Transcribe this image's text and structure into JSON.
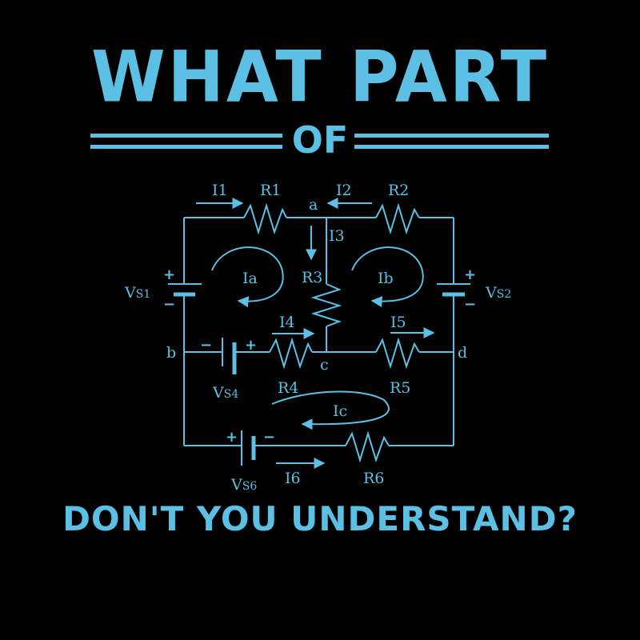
{
  "headline": "WHAT PART",
  "of": "OF",
  "question": "DON'T YOU UNDERSTAND?",
  "colors": {
    "accent": "#5bc0e3",
    "background": "#000000"
  },
  "circuit": {
    "resistors": [
      "R1",
      "R2",
      "R3",
      "R4",
      "R5",
      "R6"
    ],
    "currents": [
      "I1",
      "I2",
      "I3",
      "I4",
      "I5",
      "I6"
    ],
    "loops": [
      "Ia",
      "Ib",
      "Ic"
    ],
    "nodes": [
      "a",
      "b",
      "c",
      "d"
    ],
    "sources": {
      "vs1": {
        "base": "V",
        "sub": "S1"
      },
      "vs2": {
        "base": "V",
        "sub": "S2"
      },
      "vs4": {
        "base": "V",
        "sub": "S4"
      },
      "vs6": {
        "base": "V",
        "sub": "S6"
      }
    },
    "plus": "+",
    "minus": "−"
  }
}
